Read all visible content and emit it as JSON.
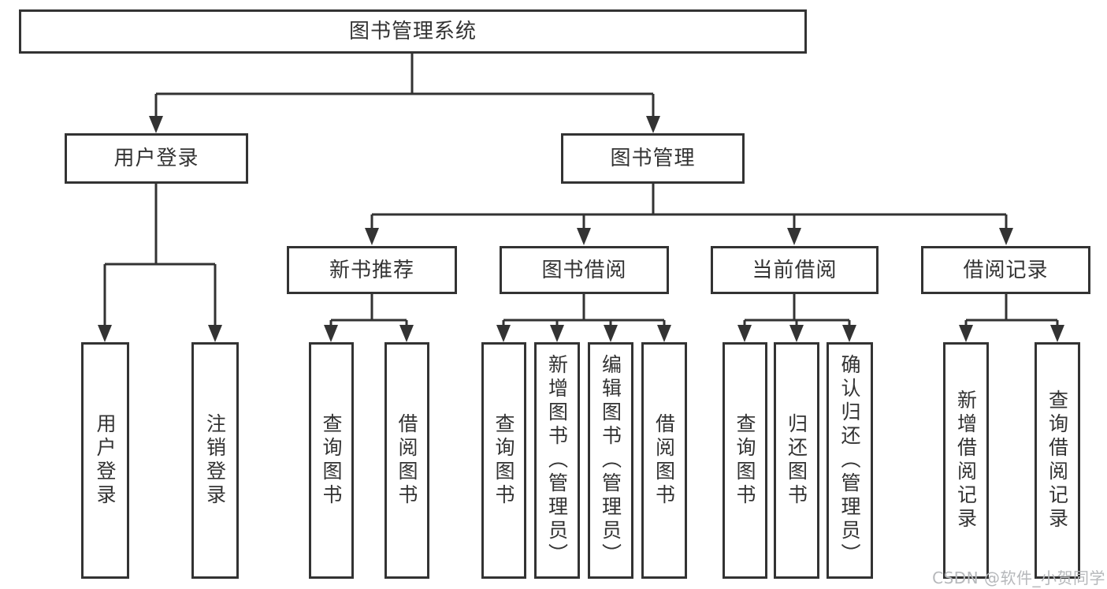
{
  "diagram": {
    "root": {
      "label": "图书管理系统"
    },
    "branches": [
      {
        "label": "用户登录",
        "children": [
          {
            "label": "用户登录"
          },
          {
            "label": "注销登录"
          }
        ]
      },
      {
        "label": "图书管理",
        "children": [
          {
            "label": "新书推荐",
            "children": [
              {
                "label": "查询图书"
              },
              {
                "label": "借阅图书"
              }
            ]
          },
          {
            "label": "图书借阅",
            "children": [
              {
                "label": "查询图书"
              },
              {
                "label": "新增图书（管理员）"
              },
              {
                "label": "编辑图书（管理员）"
              },
              {
                "label": "借阅图书"
              }
            ]
          },
          {
            "label": "当前借阅",
            "children": [
              {
                "label": "查询图书"
              },
              {
                "label": "归还图书"
              },
              {
                "label": "确认归还（管理员）"
              }
            ]
          },
          {
            "label": "借阅记录",
            "children": [
              {
                "label": "新增借阅记录"
              },
              {
                "label": "查询借阅记录"
              }
            ]
          }
        ]
      }
    ]
  },
  "watermark": {
    "text": "CSDN @软件_小贺同学",
    "color": "#b6b8bb"
  },
  "colors": {
    "line": "#333333",
    "text": "#333333",
    "background": "#ffffff"
  }
}
